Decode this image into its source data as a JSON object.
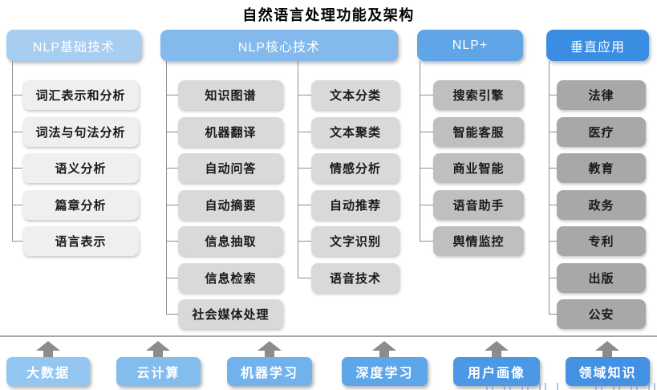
{
  "title": "自然语言处理功能及架构",
  "columns": [
    {
      "id": "nlp-basic",
      "header": "NLP基础技术",
      "items": [
        "词汇表示和分析",
        "词法与句法分析",
        "语义分析",
        "篇章分析",
        "语言表示"
      ]
    },
    {
      "id": "nlp-core",
      "header": "NLP核心技术",
      "items_left": [
        "知识图谱",
        "机器翻译",
        "自动问答",
        "自动摘要",
        "信息抽取",
        "信息检索",
        "社会媒体处理"
      ],
      "items_right": [
        "文本分类",
        "文本聚类",
        "情感分析",
        "自动推荐",
        "文字识别",
        "语音技术"
      ]
    },
    {
      "id": "nlp-plus",
      "header": "NLP+",
      "items": [
        "搜索引擎",
        "智能客服",
        "商业智能",
        "语音助手",
        "舆情监控"
      ]
    },
    {
      "id": "vertical-apps",
      "header": "垂直应用",
      "items": [
        "法律",
        "医疗",
        "教育",
        "政务",
        "专利",
        "出版",
        "公安"
      ]
    }
  ],
  "foundation": [
    "大数据",
    "云计算",
    "机器学习",
    "深度学习",
    "用户画像",
    "领域知识"
  ],
  "colors": {
    "header_blues": [
      "#a7cdf1",
      "#84b9ed",
      "#5fa5e8",
      "#3b8de2"
    ],
    "foundation_blues": [
      "#93c7f1",
      "#83bdee",
      "#72b2ec",
      "#5ca6e9",
      "#4b99e6",
      "#4291e3"
    ],
    "tier_grays": [
      "#efefef",
      "#d9d9d9",
      "#bfbfbf",
      "#a8a8a8"
    ],
    "connector": "#8f8f8f",
    "arrow": "#8c8c8c",
    "baseline": "#a6a6a6",
    "title_text": "#000000",
    "box_text": "#1a1a1a",
    "header_text": "#ffffff"
  }
}
